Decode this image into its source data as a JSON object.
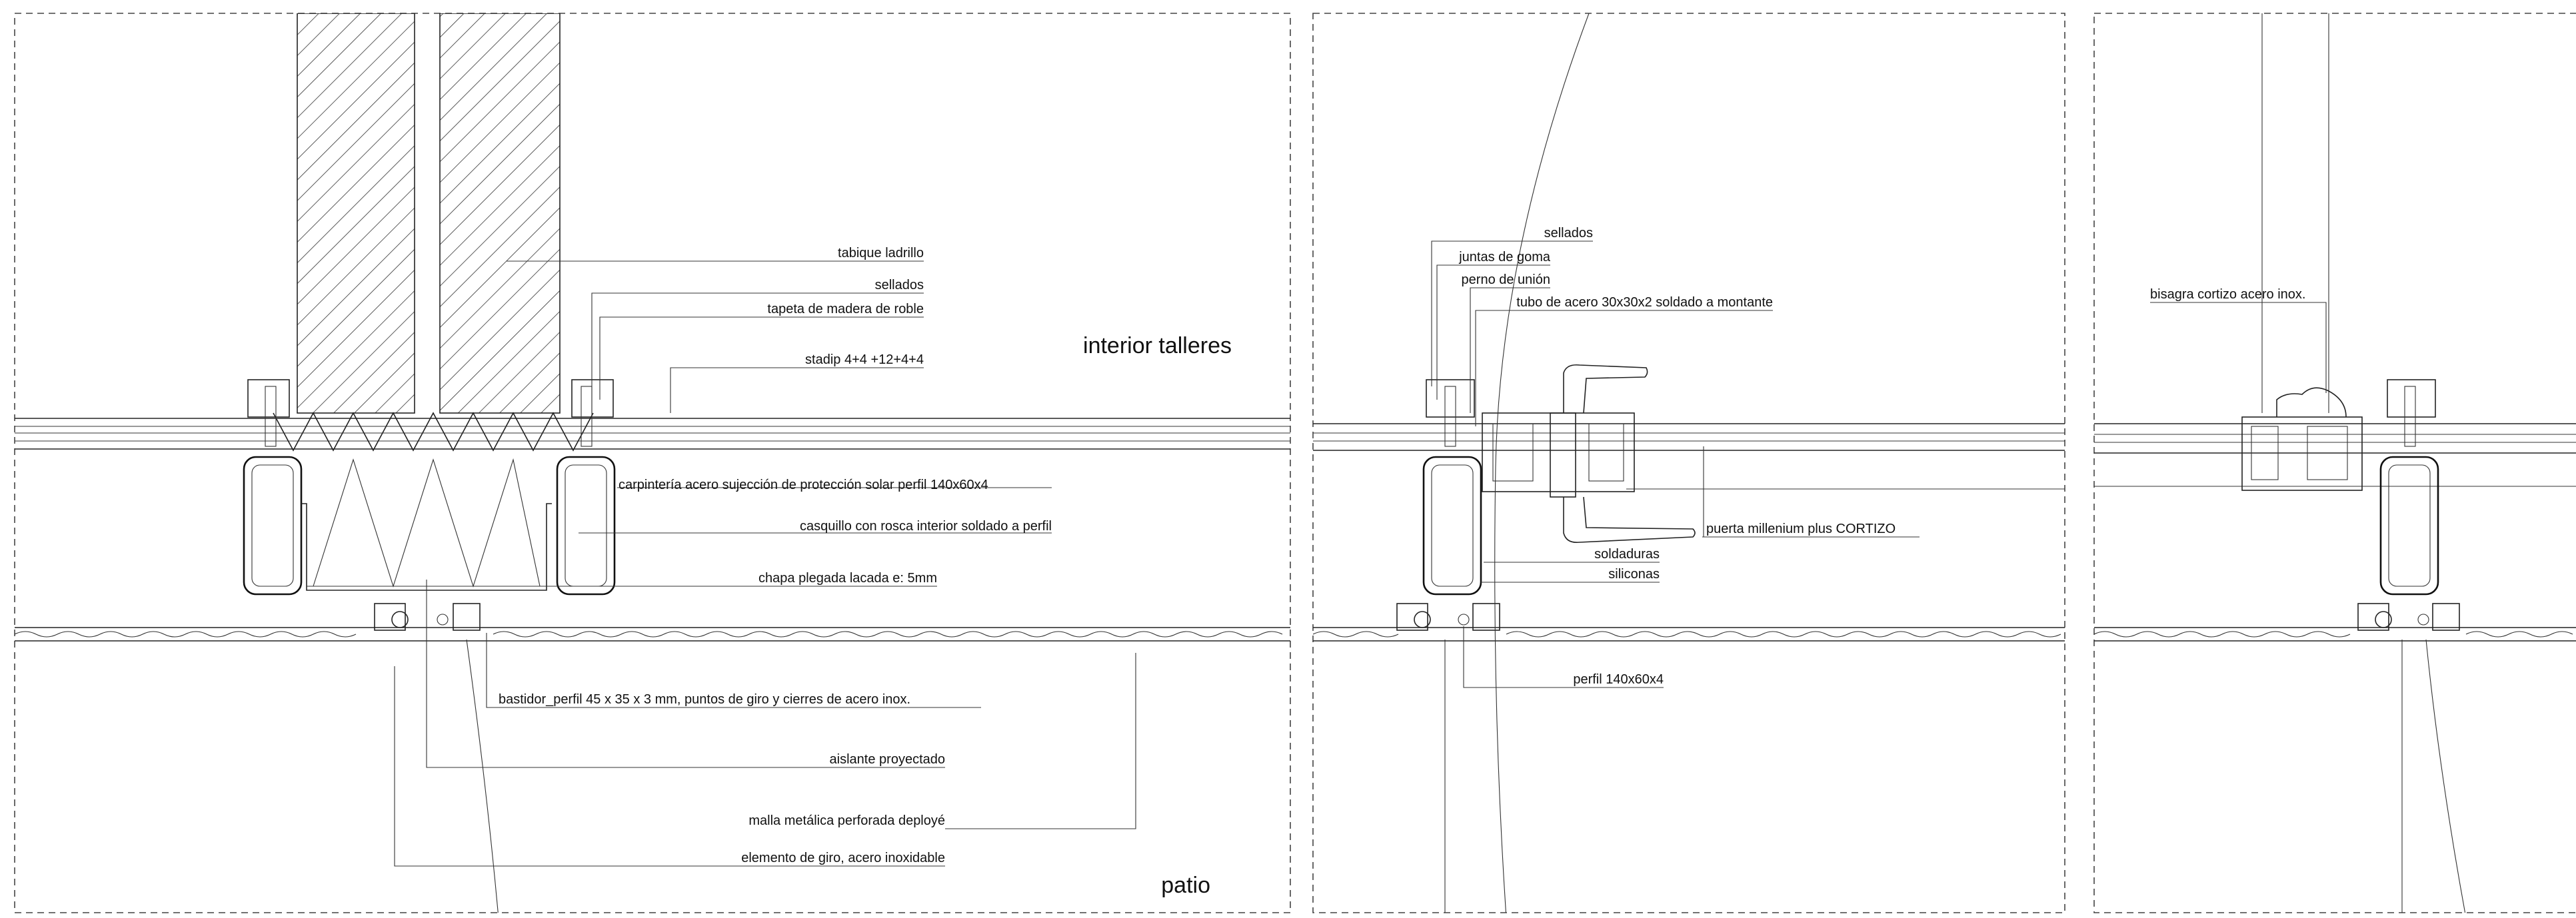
{
  "panel1": {
    "room_interior": "interior talleres",
    "room_exterior": "patio",
    "labels": {
      "tabique": "tabique ladrillo",
      "sellados": "sellados",
      "tapeta": "tapeta de madera de roble",
      "stadip": "stadip 4+4 +12+4+4",
      "carpinteria": "carpintería acero sujección de protección solar perfil 140x60x4",
      "casquillo": "casquillo con rosca interior soldado a perfil",
      "chapa": "chapa plegada lacada e: 5mm",
      "bastidor": "bastidor_perfil 45 x 35 x 3 mm, puntos de giro y cierres de acero inox.",
      "aislante": "aislante proyectado",
      "malla": "malla metálica perforada deployé",
      "elemento": "elemento de giro, acero inoxidable"
    }
  },
  "panel2": {
    "labels": {
      "sellados": "sellados",
      "juntas": "juntas de goma",
      "perno": "perno de unión",
      "tubo": "tubo  de acero 30x30x2 soldado a montante",
      "puerta": "puerta millenium plus CORTIZO",
      "soldaduras": "soldaduras",
      "siliconas": "siliconas",
      "perfil": "perfil 140x60x4"
    }
  },
  "panel3": {
    "labels": {
      "bisagra": "bisagra  cortizo acero inox."
    }
  }
}
